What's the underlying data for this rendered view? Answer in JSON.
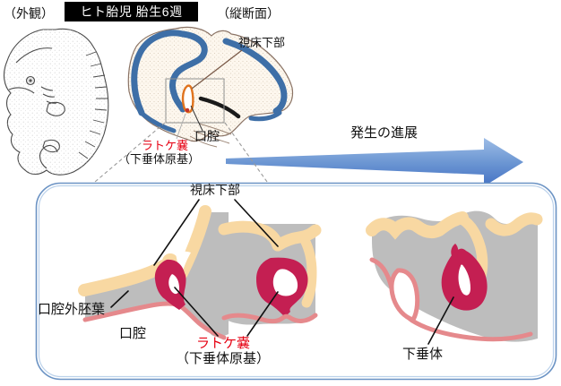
{
  "header": {
    "left_label": "（外観）",
    "title": "ヒト胎児 胎生6週",
    "right_label": "（縦断面）"
  },
  "sagittal_figure": {
    "hypothalamus_label": "視床下部",
    "rathke_label": "ラトケ嚢",
    "primordium_label": "（下垂体原基）",
    "oral_cavity_label": "口腔"
  },
  "progress_arrow": {
    "label": "発生の進展"
  },
  "magnified_panel": {
    "hypothalamus_label": "視床下部",
    "oral_ectoderm_label": "口腔外胚葉",
    "oral_cavity_label": "口腔",
    "rathke_label": "ラトケ嚢",
    "primordium_label": "（下垂体原基）",
    "pituitary_label": "下垂体"
  },
  "colors": {
    "red_label": "#E60012",
    "crimson_pouch": "#C41F52",
    "peach_ectoderm": "#F8D8A2",
    "salmon_epithelium": "#E5898C",
    "gray_tissue": "#BDBDBD",
    "neural_blue": "#3E6FA7",
    "arrow_blue_light": "#8FB2E0",
    "arrow_blue_dark": "#4472C4",
    "panel_border_blue": "#6B93C4",
    "title_bg": "#000000"
  }
}
